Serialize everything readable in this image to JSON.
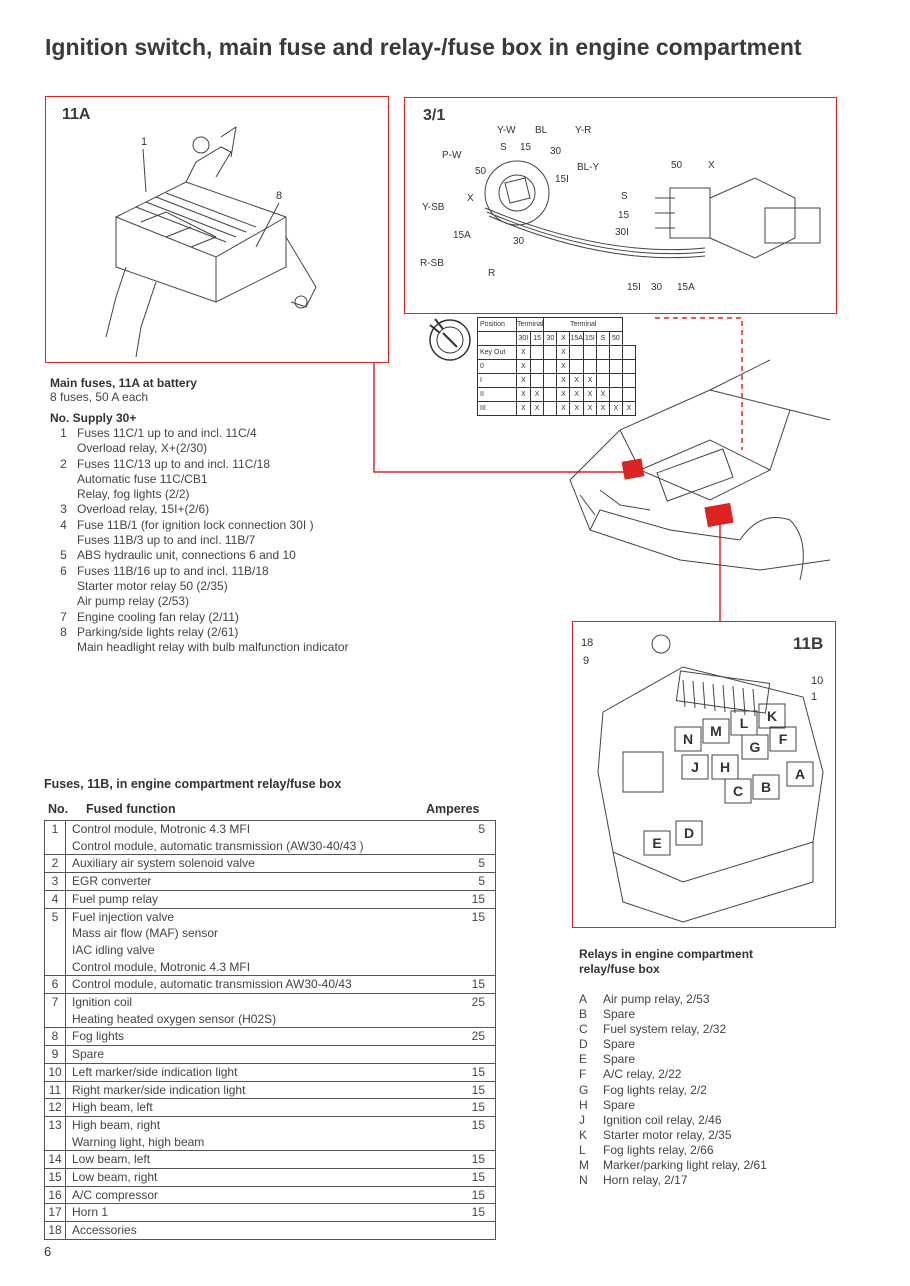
{
  "title": "Ignition switch, main fuse and relay-/fuse box in engine compartment",
  "panels": {
    "a": "11A",
    "b": "3/1",
    "c": "11B"
  },
  "fig_11a": {
    "callout_1": "1",
    "callout_8": "8"
  },
  "fig_31": {
    "wires": [
      "Y-W",
      "BL",
      "Y-R",
      "P-W",
      "S",
      "15",
      "30",
      "BL-Y",
      "15I",
      "50",
      "X",
      "Y-SB",
      "15A",
      "30",
      "R-SB",
      "R"
    ],
    "right_labels": [
      "50",
      "X",
      "S",
      "15",
      "30I",
      "15I",
      "30",
      "15A"
    ]
  },
  "term_table": {
    "header_position": "Position",
    "header_terminal1": "Terminal",
    "header_terminal2": "Terminal",
    "cols1": [
      "30I",
      "15"
    ],
    "cols2": [
      "30",
      "X",
      "15A",
      "15I",
      "S",
      "50"
    ],
    "rows": [
      {
        "pos": "Key Out",
        "c": [
          "X",
          "",
          "",
          "X",
          "",
          "",
          "",
          "",
          ""
        ]
      },
      {
        "pos": "0",
        "c": [
          "X",
          "",
          "",
          "X",
          "",
          "",
          "",
          "",
          ""
        ]
      },
      {
        "pos": "I",
        "c": [
          "X",
          "",
          "",
          "X",
          "X",
          "X",
          "",
          "",
          ""
        ]
      },
      {
        "pos": "II",
        "c": [
          "X",
          "X",
          "",
          "X",
          "X",
          "X",
          "X",
          "",
          ""
        ]
      },
      {
        "pos": "III",
        "c": [
          "X",
          "X",
          "",
          "X",
          "X",
          "X",
          "X",
          "X",
          "X"
        ]
      }
    ]
  },
  "fig_11b": {
    "callouts": [
      "18",
      "9",
      "10",
      "1"
    ],
    "relay_letters": [
      "N",
      "M",
      "L",
      "K",
      "G",
      "F",
      "J",
      "H",
      "A",
      "C",
      "B",
      "E",
      "D"
    ]
  },
  "main_fuses": {
    "heading": "Main fuses, 11A at battery",
    "subheading": "8 fuses, 50 A each",
    "supply_heading": "No. Supply 30+",
    "items": [
      {
        "no": "1",
        "lines": [
          "Fuses 11C/1 up to and incl. 11C/4",
          "Overload relay, X+(2/30)"
        ]
      },
      {
        "no": "2",
        "lines": [
          "Fuses 11C/13 up to and incl. 11C/18",
          "Automatic fuse 11C/CB1",
          "Relay, fog lights (2/2)"
        ]
      },
      {
        "no": "3",
        "lines": [
          "Overload relay, 15I+(2/6)"
        ]
      },
      {
        "no": "4",
        "lines": [
          "Fuse 11B/1 (for ignition lock connection 30I )",
          "Fuses 11B/3 up to and incl. 11B/7"
        ]
      },
      {
        "no": "5",
        "lines": [
          "ABS hydraulic unit, connections 6 and 10"
        ]
      },
      {
        "no": "6",
        "lines": [
          "Fuses 11B/16 up to and incl. 11B/18",
          "Starter motor relay 50 (2/35)",
          "Air pump relay (2/53)"
        ]
      },
      {
        "no": "7",
        "lines": [
          "Engine cooling fan relay (2/11)"
        ]
      },
      {
        "no": "8",
        "lines": [
          "Parking/side lights relay (2/61)",
          "Main headlight relay with bulb malfunction indicator"
        ]
      }
    ]
  },
  "fuses_11b": {
    "heading": "Fuses, 11B, in engine compartment relay/fuse box",
    "col_no": "No.",
    "col_func": "Fused function",
    "col_amp": "Amperes",
    "rows": [
      {
        "no": "1",
        "func": [
          "Control module, Motronic 4.3 MFI",
          "Control module, automatic transmission (AW30-40/43 )"
        ],
        "amp": "5"
      },
      {
        "no": "2",
        "func": [
          "Auxiliary air system solenoid valve"
        ],
        "amp": "5"
      },
      {
        "no": "3",
        "func": [
          "EGR converter"
        ],
        "amp": "5"
      },
      {
        "no": "4",
        "func": [
          "Fuel pump relay"
        ],
        "amp": "15"
      },
      {
        "no": "5",
        "func": [
          "Fuel injection valve",
          "Mass air flow (MAF) sensor",
          "IAC idling valve",
          "Control module, Motronic 4.3 MFI"
        ],
        "amp": "15"
      },
      {
        "no": "6",
        "func": [
          "Control module, automatic transmission AW30-40/43"
        ],
        "amp": "15"
      },
      {
        "no": "7",
        "func": [
          "Ignition coil",
          "Heating heated oxygen sensor (H02S)"
        ],
        "amp": "25"
      },
      {
        "no": "8",
        "func": [
          "Fog lights"
        ],
        "amp": "25"
      },
      {
        "no": "9",
        "func": [
          "Spare"
        ],
        "amp": ""
      },
      {
        "no": "10",
        "func": [
          "Left marker/side indication light"
        ],
        "amp": "15"
      },
      {
        "no": "11",
        "func": [
          "Right marker/side indication light"
        ],
        "amp": "15"
      },
      {
        "no": "12",
        "func": [
          "High beam, left"
        ],
        "amp": "15"
      },
      {
        "no": "13",
        "func": [
          "High beam, right",
          "Warning light, high beam"
        ],
        "amp": "15"
      },
      {
        "no": "14",
        "func": [
          "Low beam, left"
        ],
        "amp": "15"
      },
      {
        "no": "15",
        "func": [
          "Low beam, right"
        ],
        "amp": "15"
      },
      {
        "no": "16",
        "func": [
          "A/C compressor"
        ],
        "amp": "15"
      },
      {
        "no": "17",
        "func": [
          "Horn 1"
        ],
        "amp": "15"
      },
      {
        "no": "18",
        "func": [
          "Accessories"
        ],
        "amp": ""
      }
    ]
  },
  "relays": {
    "heading1": "Relays in engine compartment",
    "heading2": "relay/fuse box",
    "items": [
      {
        "k": "A",
        "v": "Air pump relay, 2/53"
      },
      {
        "k": "B",
        "v": "Spare"
      },
      {
        "k": "C",
        "v": "Fuel system relay, 2/32"
      },
      {
        "k": "D",
        "v": "Spare"
      },
      {
        "k": "E",
        "v": "Spare"
      },
      {
        "k": "F",
        "v": "A/C relay, 2/22"
      },
      {
        "k": "G",
        "v": "Fog lights relay, 2/2"
      },
      {
        "k": "H",
        "v": "Spare"
      },
      {
        "k": "J",
        "v": "Ignition coil relay, 2/46"
      },
      {
        "k": "K",
        "v": "Starter motor relay, 2/35"
      },
      {
        "k": "L",
        "v": "Fog lights relay, 2/66"
      },
      {
        "k": "M",
        "v": "Marker/parking light relay, 2/61"
      },
      {
        "k": "N",
        "v": "Horn relay, 2/17"
      }
    ]
  },
  "page_number": "6",
  "colors": {
    "accent_red": "#dd2222",
    "text": "#333333"
  }
}
